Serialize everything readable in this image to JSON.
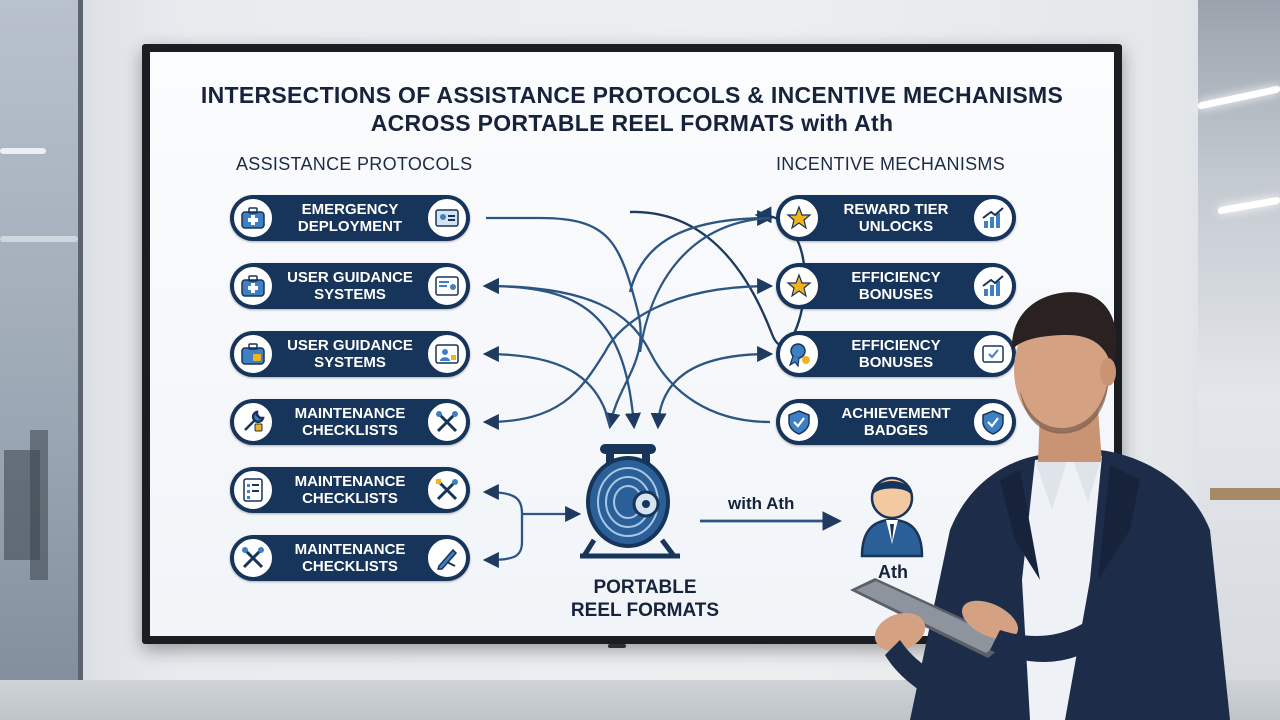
{
  "title_line1": "INTERSECTIONS OF ASSISTANCE PROTOCOLS & INCENTIVE MECHANISMS",
  "title_line2": "ACROSS PORTABLE REEL FORMATS with Ath",
  "left_heading": "ASSISTANCE PROTOCOLS",
  "right_heading": "INCENTIVE MECHANISMS",
  "left_items": [
    {
      "line1": "EMERGENCY",
      "line2": "DEPLOYMENT",
      "icon_left": "first-aid-kit-icon",
      "icon_right": "id-card-icon"
    },
    {
      "line1": "USER GUIDANCE",
      "line2": "SYSTEMS",
      "icon_left": "first-aid-kit-icon",
      "icon_right": "guide-document-icon"
    },
    {
      "line1": "USER GUIDANCE",
      "line2": "SYSTEMS",
      "icon_left": "first-aid-kit-icon",
      "icon_right": "user-document-icon"
    },
    {
      "line1": "MAINTENANCE",
      "line2": "CHECKLISTS",
      "icon_left": "wrench-icon",
      "icon_right": "tools-icon"
    },
    {
      "line1": "MAINTENANCE",
      "line2": "CHECKLISTS",
      "icon_left": "checklist-icon",
      "icon_right": "tools-icon"
    },
    {
      "line1": "MAINTENANCE",
      "line2": "CHECKLISTS",
      "icon_left": "tools-icon",
      "icon_right": "pen-icon"
    }
  ],
  "right_items": [
    {
      "line1": "REWARD TIER",
      "line2": "UNLOCKS",
      "icon_left": "star-icon",
      "icon_right": "growth-chart-icon"
    },
    {
      "line1": "EFFICIENCY",
      "line2": "BONUSES",
      "icon_left": "star-icon",
      "icon_right": "growth-chart-icon"
    },
    {
      "line1": "EFFICIENCY",
      "line2": "BONUSES",
      "icon_left": "badge-ribbon-icon",
      "icon_right": "certificate-icon"
    },
    {
      "line1": "ACHIEVEMENT",
      "line2": "BADGES",
      "icon_left": "shield-check-icon",
      "icon_right": "shield-check-icon"
    }
  ],
  "hub": {
    "line1": "PORTABLE",
    "line2": "REEL FORMATS",
    "icon": "cable-reel-icon"
  },
  "connector_label": "with Ath",
  "person_label": "Ath",
  "colors": {
    "navy": "#17345a",
    "accent": "#3f7fc4",
    "star": "#f2b41c",
    "title": "#16233a"
  }
}
